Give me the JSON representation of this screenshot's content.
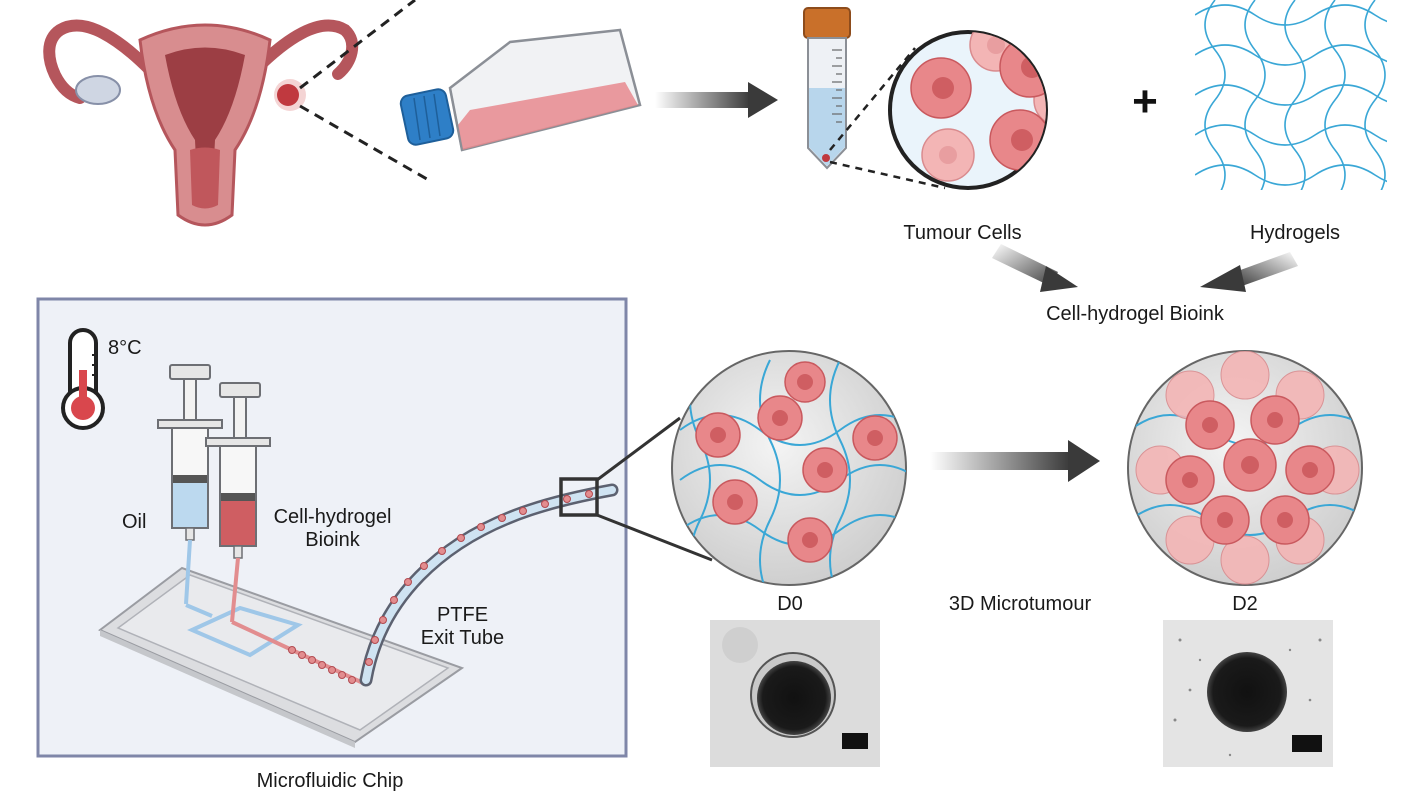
{
  "labels": {
    "tumour_cells": "Tumour Cells",
    "hydrogels": "Hydrogels",
    "plus": "+",
    "bioink": "Cell-hydrogel Bioink",
    "temperature": "8°C",
    "oil": "Oil",
    "syringe_bioink_line1": "Cell-hydrogel",
    "syringe_bioink_line2": "Bioink",
    "ptfe_line1": "PTFE",
    "ptfe_line2": "Exit Tube",
    "d0": "D0",
    "d2": "D2",
    "microtumour": "3D Microtumour",
    "chip": "Microfluidic Chip"
  },
  "colors": {
    "cell_fill": "#e8878a",
    "cell_light": "#f3b5b5",
    "nucleus": "#cf5e62",
    "hydrogel_line": "#3aa7d6",
    "box_border": "#7f86a8",
    "box_bg": "#eef1f7",
    "arrow": "#3a3a3a",
    "cap_orange": "#c9702a",
    "cap_blue": "#2e7fc7"
  },
  "icons": [
    "uterus-icon",
    "culture-flask-icon",
    "centrifuge-tube-icon",
    "thermometer-icon",
    "syringe-icon"
  ]
}
